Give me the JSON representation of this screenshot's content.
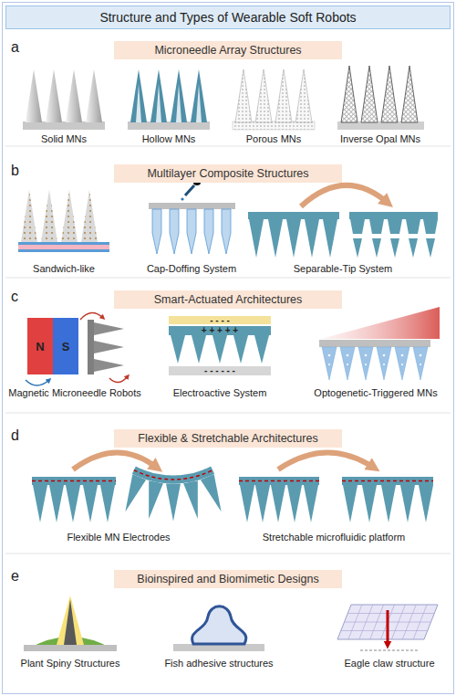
{
  "diagram": {
    "title": "Structure and Types of Wearable Soft Robots",
    "nodes": [
      {
        "text": [
          "Microneedle Array Structures"
        ]
      },
      {
        "text": [
          "Multilayer Composite Structures"
        ]
      },
      {
        "text": [
          "Smart-Actuated Architectures"
        ]
      },
      {
        "text": [
          "Flexible & Stretchable Architectures"
        ]
      },
      {
        "text": [
          "Bioinspired and Biomimetic Designs"
        ]
      }
    ],
    "labels": [
      "a",
      "Solid MNs",
      "Hollow MNs",
      "Porous MNs",
      "Inverse Opal MNs",
      "b",
      "Sandwich-like",
      "Cap-Doffing System",
      "Separable-Tip System",
      "c",
      "N",
      "S",
      "Magnetic Microneedle Robots",
      "- - - -",
      "+ + + + +",
      "- - - - - -",
      "Electroactive System",
      "Optogenetic-Triggered MNs",
      "d",
      "Flexible MN Electrodes",
      "Stretchable microfluidic platform",
      "e",
      "Plant Spiny Structures",
      "Fish adhesive structures",
      "Eagle claw structure"
    ]
  }
}
